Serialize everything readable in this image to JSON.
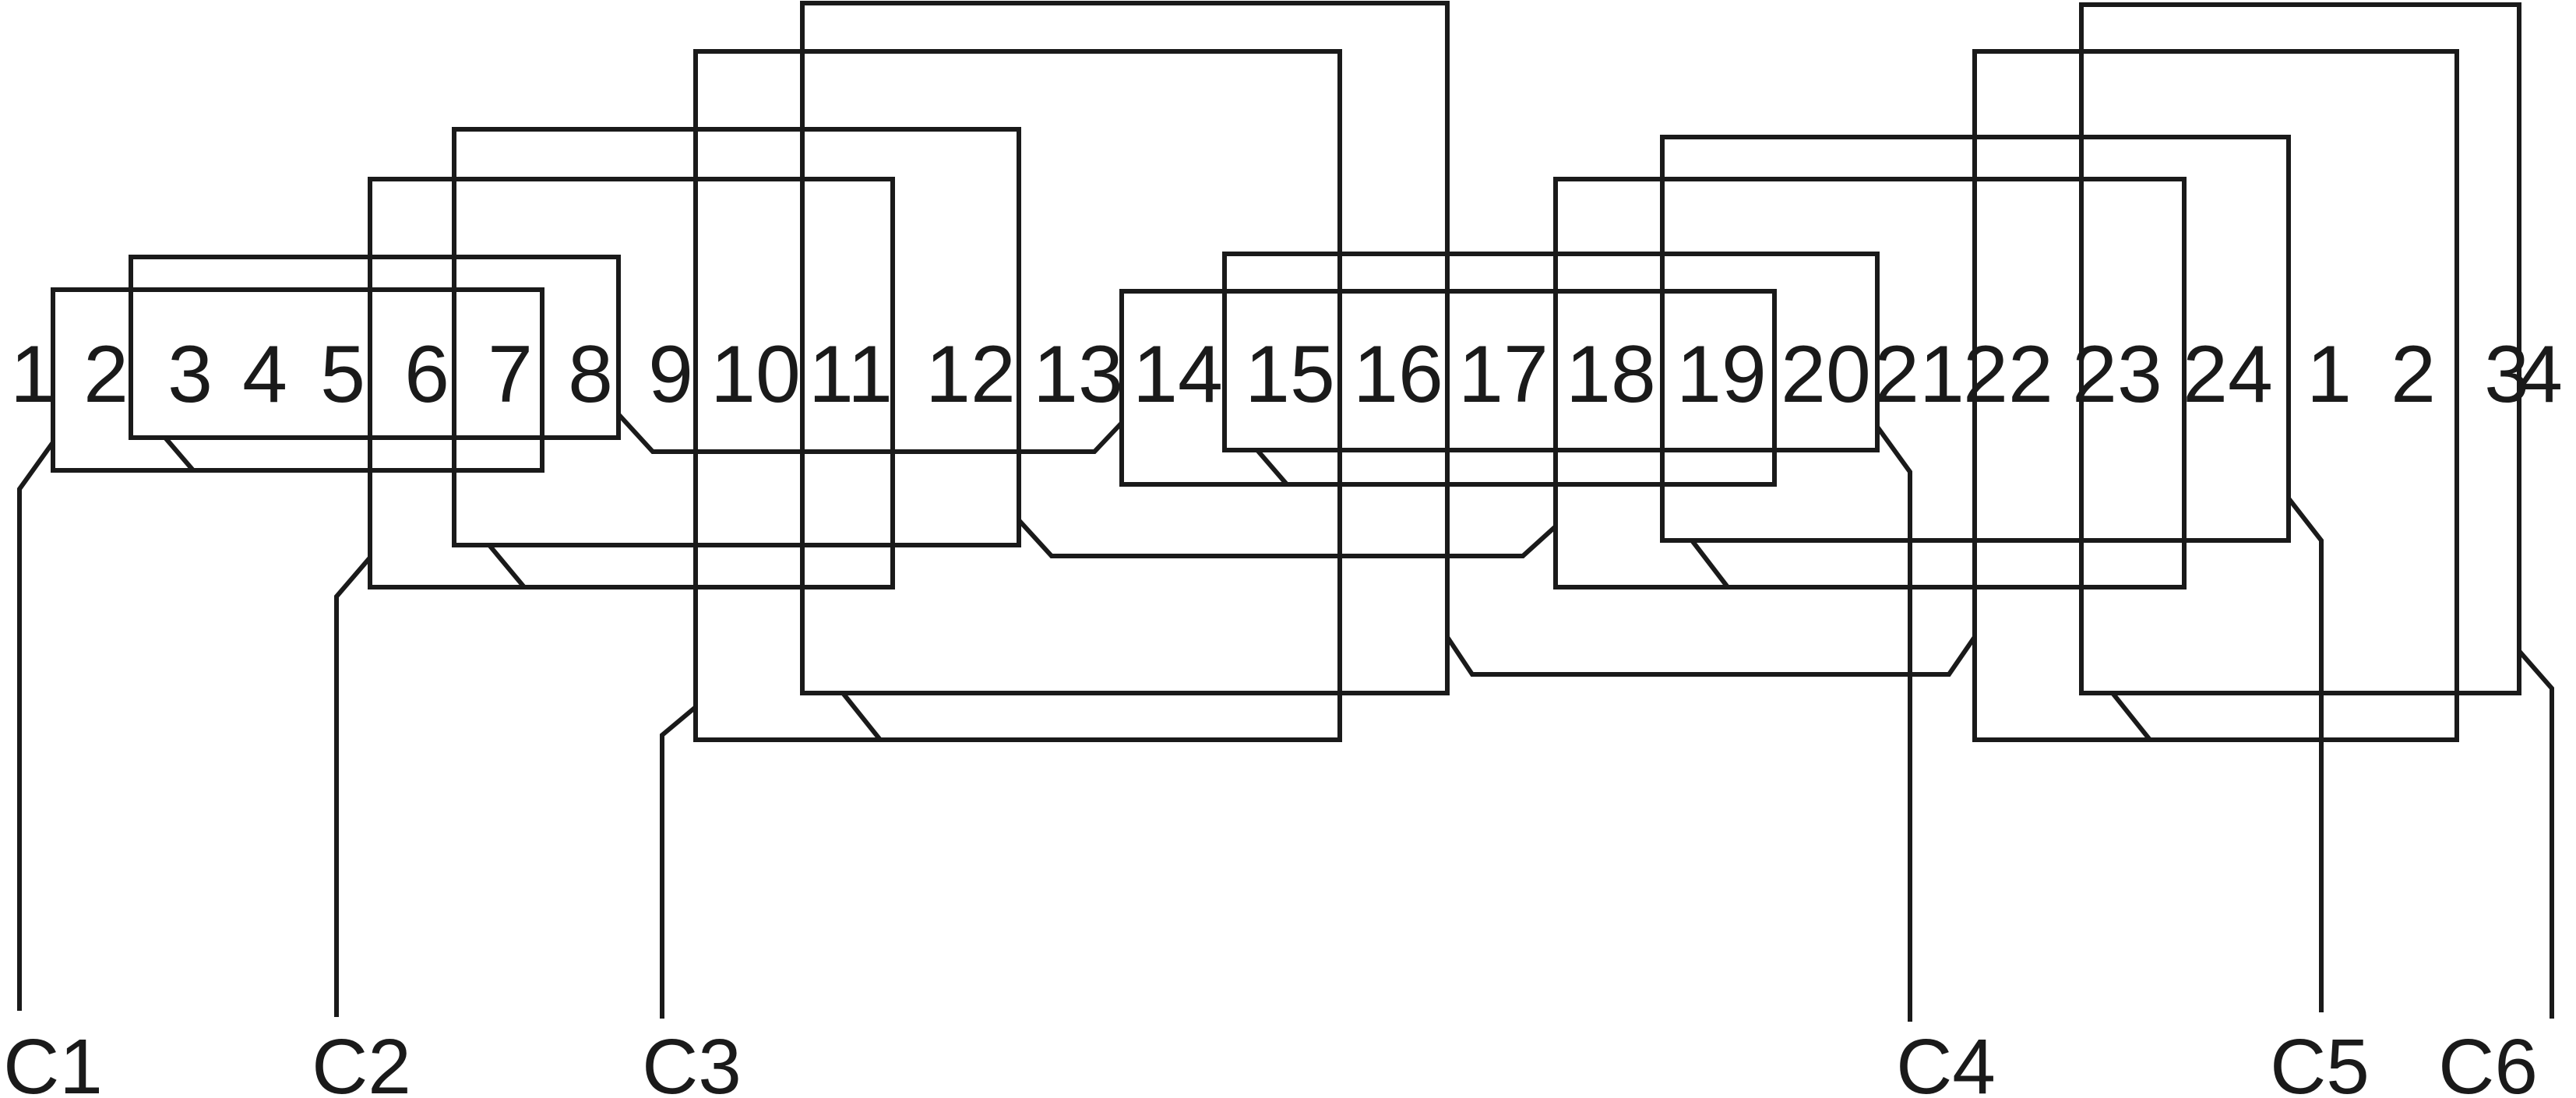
{
  "slots": [
    "1",
    "2",
    "3",
    "4",
    "5",
    "6",
    "7",
    "8",
    "9",
    "10",
    "11",
    "12",
    "13",
    "14",
    "15",
    "16",
    "17",
    "18",
    "19",
    "20",
    "21",
    "22",
    "23",
    "24",
    "1",
    "2",
    "3",
    "4"
  ],
  "terminals": [
    "C1",
    "C2",
    "C3",
    "C4",
    "C5",
    "C6"
  ],
  "colors": {
    "line": "#1a1a1a",
    "background": "#ffffff"
  }
}
